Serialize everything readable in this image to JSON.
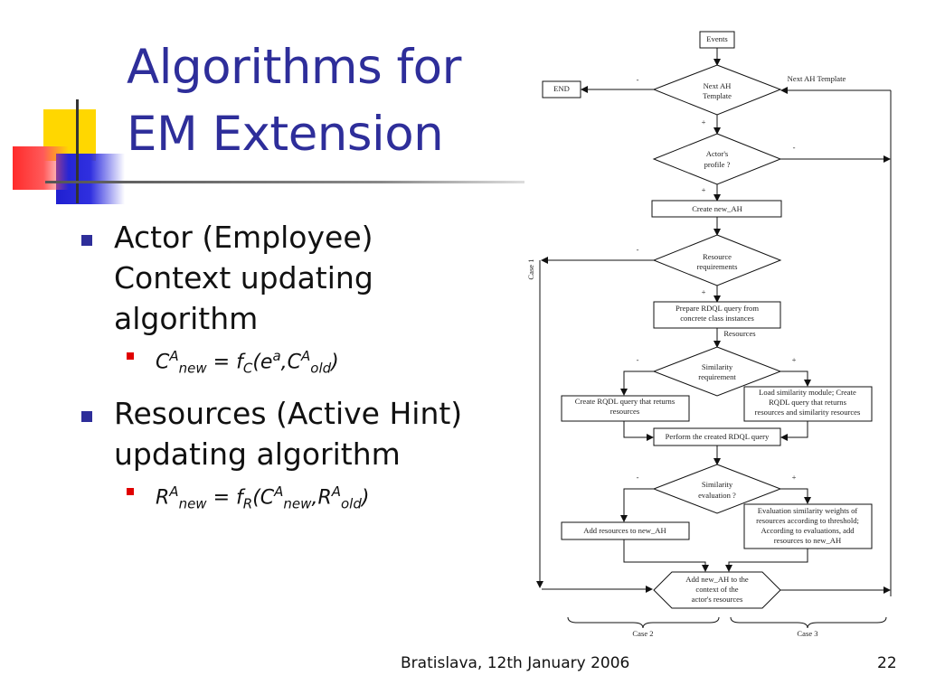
{
  "slide": {
    "title": [
      "Algorithms for",
      "EM Extension"
    ],
    "bullets": [
      {
        "text": [
          "Actor (Employee)",
          "Context updating",
          "algorithm"
        ]
      },
      {
        "text": [
          "Resources (Active Hint)",
          "updating algorithm"
        ]
      }
    ],
    "formulas": [
      {
        "lhs": "C",
        "lhs_sup": "A",
        "lhs_sub": "new",
        "fn": "f",
        "fn_sub": "C",
        "a1": "e",
        "a1_sup": "a",
        "a2": "C",
        "a2_sup": "A",
        "a2_sub": "old"
      },
      {
        "lhs": "R",
        "lhs_sup": "A",
        "lhs_sub": "new",
        "fn": "f",
        "fn_sub": "R",
        "a1": "C",
        "a1_sup": "A",
        "a1_sub": "new",
        "a2": "R",
        "a2_sup": "A",
        "a2_sub": "old"
      }
    ],
    "footer": "Bratislava, 12th January 2006",
    "page_number": "22"
  },
  "flowchart": {
    "events": "Events",
    "end": "END",
    "next_ah_q": [
      "Next AH",
      "Template"
    ],
    "next_ah_template": "Next AH Template",
    "actor_profile_q": [
      "Actor's",
      "profile ?"
    ],
    "create_new_ah": "Create new_AH",
    "resource_req_q": [
      "Resource",
      "requirements"
    ],
    "prepare_rdql": [
      "Prepare RDQL query from",
      "concrete class instances"
    ],
    "resources": "Resources",
    "similarity_req_q": [
      "Similarity",
      "requirement"
    ],
    "create_rdql": [
      "Create RQDL query that returns",
      "resources"
    ],
    "load_similarity": [
      "Load similarity module; Create",
      "RQDL query that returns",
      "resources and similarity resources"
    ],
    "perform_rdql": "Perform the created RDQL query",
    "similarity_eval_q": [
      "Similarity",
      "evaluation ?"
    ],
    "add_resources": "Add resources to new_AH",
    "evaluation_weights": [
      "Evaluation similarity weights of",
      "resources according to threshold;",
      "According to evaluations, add",
      "resources to new_AH"
    ],
    "add_context": [
      "Add new_AH to the",
      "context of the",
      "actor's resources"
    ],
    "case1": "Case 1",
    "case2": "Case 2",
    "case3": "Case 3",
    "plus": "+",
    "minus": "-"
  }
}
